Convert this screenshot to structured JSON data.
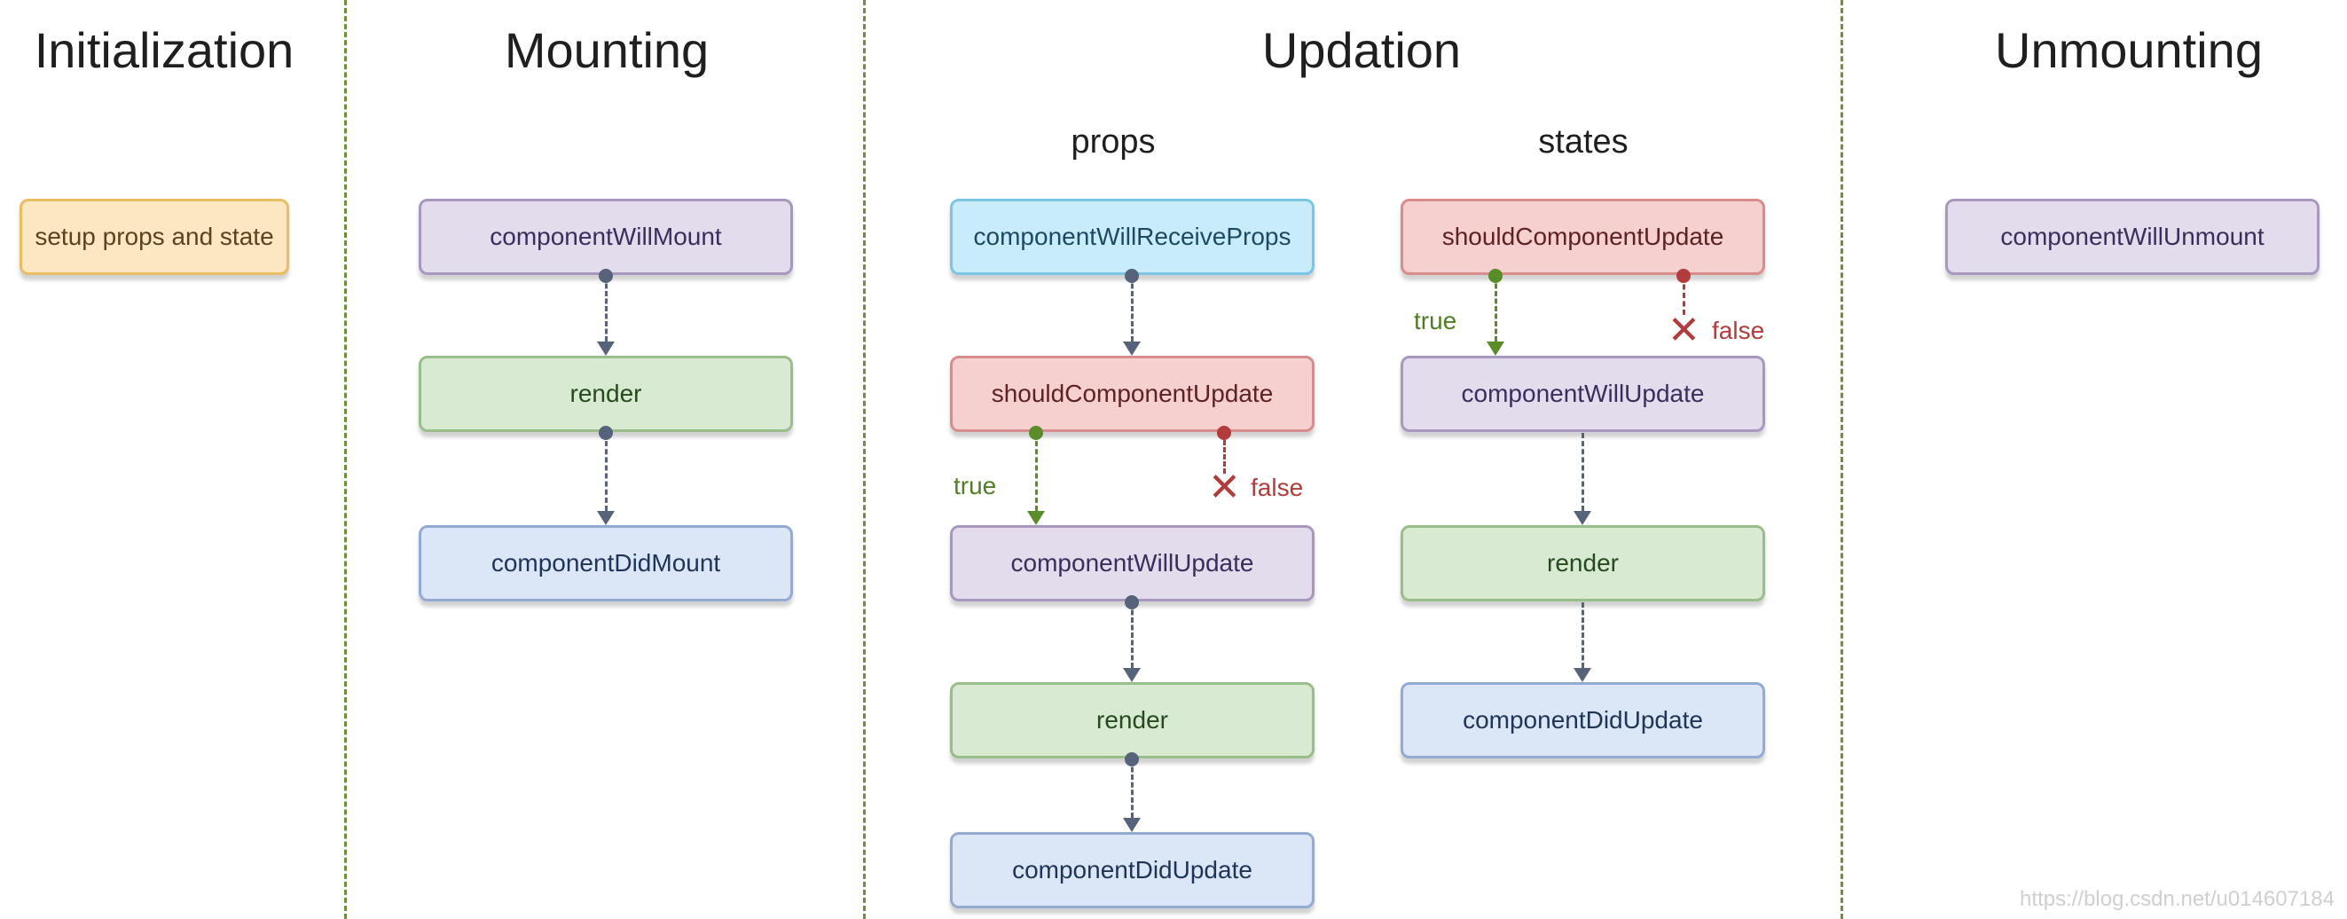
{
  "phases": {
    "initialization": "Initialization",
    "mounting": "Mounting",
    "updation": "Updation",
    "unmounting": "Unmounting"
  },
  "updation_columns": {
    "props": "props",
    "states": "states"
  },
  "initialization": {
    "setup": "setup props and state"
  },
  "mounting": {
    "will_mount": "componentWillMount",
    "render": "render",
    "did_mount": "componentDidMount"
  },
  "props_flow": {
    "will_receive": "componentWillReceiveProps",
    "should_update": "shouldComponentUpdate",
    "will_update": "componentWillUpdate",
    "render": "render",
    "did_update": "componentDidUpdate",
    "true_label": "true",
    "false_label": "false"
  },
  "states_flow": {
    "should_update": "shouldComponentUpdate",
    "will_update": "componentWillUpdate",
    "render": "render",
    "did_update": "componentDidUpdate",
    "true_label": "true",
    "false_label": "false"
  },
  "unmounting": {
    "will_unmount": "componentWillUnmount"
  },
  "watermark": "https://blog.csdn.net/u014607184",
  "colors": {
    "divider": "#6f8f3a",
    "arrow": "#56637a",
    "true": "#5b8c2a",
    "false": "#b23b3b"
  }
}
